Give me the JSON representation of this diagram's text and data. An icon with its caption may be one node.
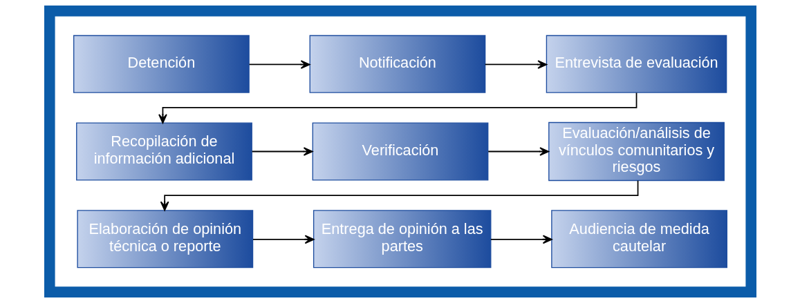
{
  "diagram": {
    "nodes": [
      {
        "text": [],
        "shape": "box"
      },
      {
        "text": [
          "Detención"
        ],
        "in": 0
      },
      {
        "text": [
          "Notificación"
        ],
        "in": 0
      },
      {
        "text": [
          "Entrevista de evaluación"
        ],
        "in": 0
      },
      {
        "text": [
          "Recopilación de información adicional"
        ],
        "in": 0
      },
      {
        "text": [
          "Verificación"
        ],
        "in": 0
      },
      {
        "text": [
          "Evaluación/análisis de vínculos comunitarios y riesgos"
        ],
        "in": 0
      },
      {
        "text": [
          "Elaboración de opinión técnica o reporte"
        ],
        "in": 0
      },
      {
        "text": [
          "Entrega de opinión a las partes"
        ],
        "in": 0
      },
      {
        "text": [
          "Audiencia de medida cautelar"
        ],
        "in": 0
      }
    ],
    "edges": [
      {
        "from": 1,
        "to": 2,
        "arrow": "to"
      },
      {
        "from": 2,
        "to": 3,
        "arrow": "to"
      },
      {
        "from": 3,
        "to": 4,
        "arrow": "to"
      },
      {
        "from": 4,
        "to": 5,
        "arrow": "to"
      },
      {
        "from": 5,
        "to": 6,
        "arrow": "to"
      },
      {
        "from": 6,
        "to": 7,
        "arrow": "to"
      },
      {
        "from": 7,
        "to": 8,
        "arrow": "to"
      },
      {
        "from": 8,
        "to": 9,
        "arrow": "to"
      }
    ]
  }
}
